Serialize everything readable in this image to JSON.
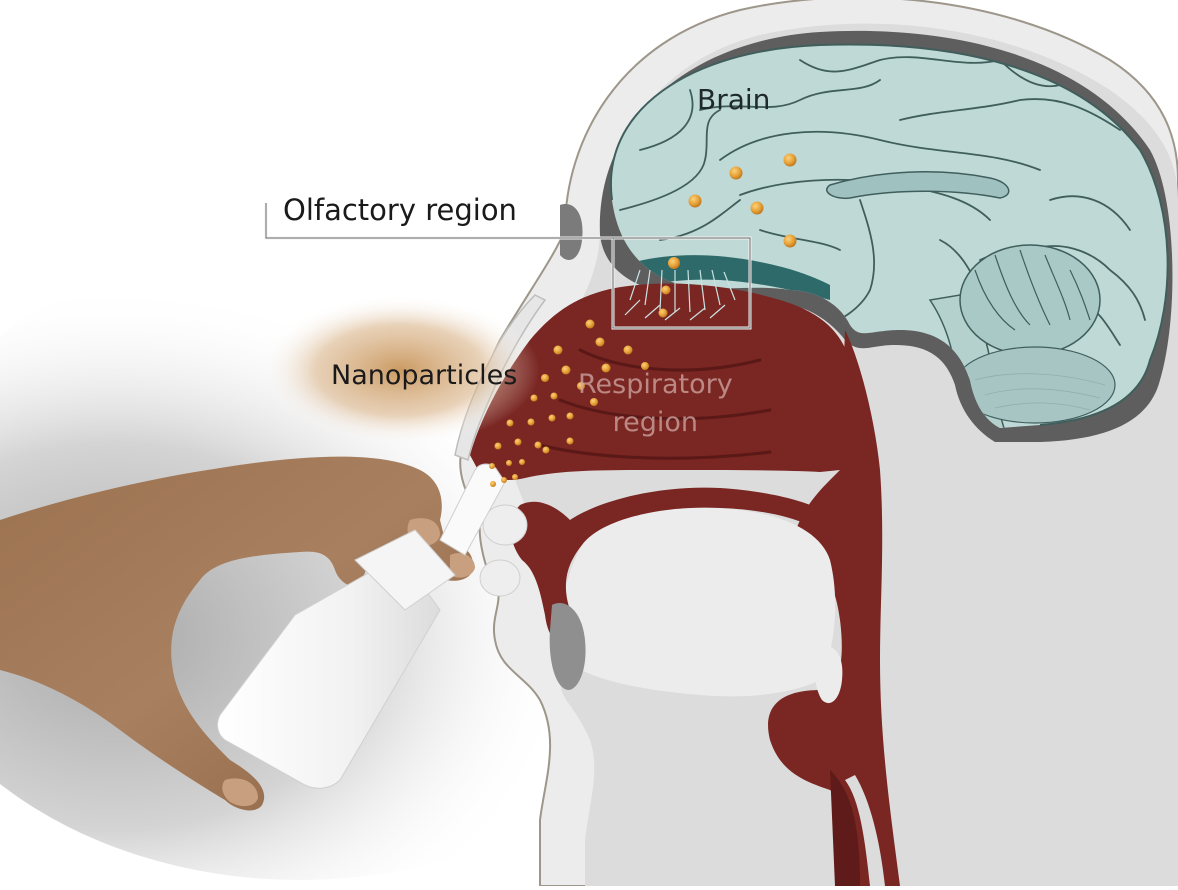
{
  "figure": {
    "title": "Intranasal nanoparticle delivery to the brain",
    "labels": {
      "brain": "Brain",
      "olfactory_region": "Olfactory region",
      "nanoparticles": "Nanoparticles",
      "respiratory_region_line1": "Respiratory",
      "respiratory_region_line2": "region"
    },
    "elements": [
      "head-sagittal-section",
      "brain",
      "olfactory-bulb",
      "nasal-cavity",
      "oral-cavity",
      "pharynx",
      "hand",
      "nasal-spray-bottle",
      "nanoparticle-cloud"
    ],
    "colors": {
      "brain": "#bfd9d6",
      "brain_sulci": "#3f5e5c",
      "skull": "#5e5e5e",
      "head_tissue": "#d9d9d9",
      "head_skin": "#ececec",
      "nasal_mucosa": "#7a2622",
      "olfactory_epithelium": "#2e6a6a",
      "nanoparticle": "#e8a23a",
      "skin_hand": "#a47b57",
      "fingernail": "#c9a07f",
      "spray_bottle": "#f4f4f4",
      "cloud": "#c89a5e"
    }
  }
}
